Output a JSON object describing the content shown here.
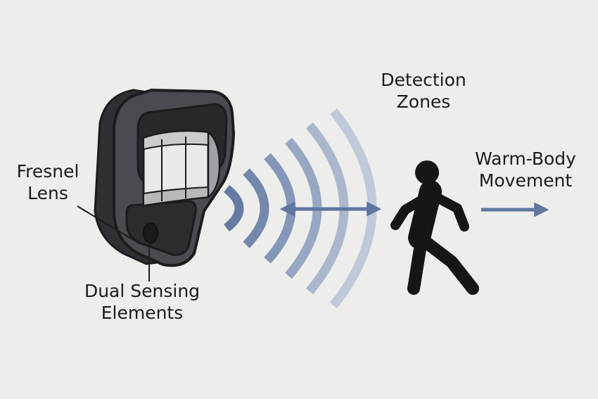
{
  "labels": {
    "detection_zones": [
      "Detection",
      "Zones"
    ],
    "warm_body_movement": [
      "Warm-Body",
      "Movement"
    ],
    "fresnel_lens": [
      "Fresnel",
      "Lens"
    ],
    "dual_sensing_elements": [
      "Dual Sensing",
      "Elements"
    ]
  },
  "colors": {
    "background": "#ededec",
    "sensor_body": "#4a4b50",
    "sensor_outline": "#1c1c1e",
    "lens": "#e8e9ea",
    "arrow": "#5f76a0",
    "person": "#161616"
  },
  "icons": {
    "sensor": "motion-sensor-icon",
    "person": "walking-person-icon",
    "zone_arrow": "double-arrow-icon",
    "movement_arrow": "right-arrow-icon"
  }
}
